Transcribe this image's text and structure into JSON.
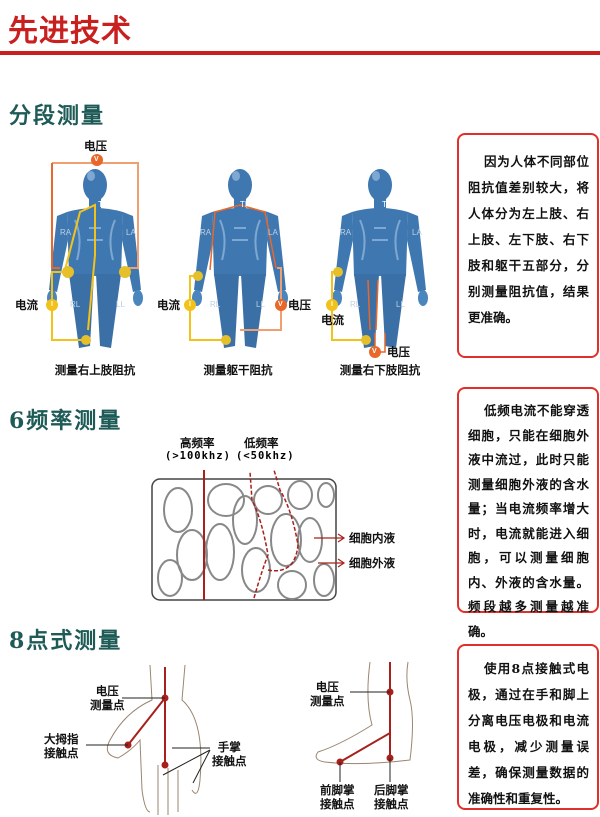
{
  "header": {
    "title": "先进技术"
  },
  "colors": {
    "accent_red": "#c8201f",
    "heading_teal": "#1e5a56",
    "body_blue": "#3f78b0",
    "voltage_orange": "#e8672a",
    "current_yellow": "#f2c21b"
  },
  "segment": {
    "heading": "分段测量",
    "body_labels": {
      "ra": "RA",
      "la": "LA",
      "tr": "TR",
      "rl": "RL",
      "ll": "LL",
      "v": "V",
      "i": "I"
    },
    "figures": [
      {
        "voltage": "电压",
        "current": "电流",
        "caption": "测量右上肢阻抗"
      },
      {
        "voltage": "电压",
        "current": "电流",
        "caption": "测量躯干阻抗"
      },
      {
        "voltage": "电压",
        "current": "电流",
        "caption": "测量右下肢阻抗"
      }
    ],
    "description": "因为人体不同部位阻抗值差别较大，将人体分为左上肢、右上肢、左下肢、右下肢和躯干五部分，分别测量阻抗值，结果更准确。"
  },
  "frequency": {
    "heading": "6频率测量",
    "high_label": "高频率",
    "high_value": "(>100khz)",
    "low_label": "低频率",
    "low_value": "(<50khz)",
    "intracellular": "细胞内液",
    "extracellular": "细胞外液",
    "description": "低频电流不能穿透细胞，只能在细胞外液中流过，此时只能测量细胞外液的含水量；当电流频率增大时，电流就能进入细胞，可以测量细胞内、外液的含水量。频段越多测量越准确。"
  },
  "eight_point": {
    "heading": "8点式测量",
    "hand": {
      "voltage_point": [
        "电压",
        "测量点"
      ],
      "thumb_point": [
        "大拇指",
        "接触点"
      ],
      "palm_point": [
        "手掌",
        "接触点"
      ]
    },
    "foot": {
      "voltage_point": [
        "电压",
        "测量点"
      ],
      "forefoot_point": [
        "前脚掌",
        "接触点"
      ],
      "heel_point": [
        "后脚掌",
        "接触点"
      ]
    },
    "description": "使用8点接触式电极，通过在手和脚上分离电压电极和电流电极，减少测量误差，确保测量数据的准确性和重复性。"
  }
}
